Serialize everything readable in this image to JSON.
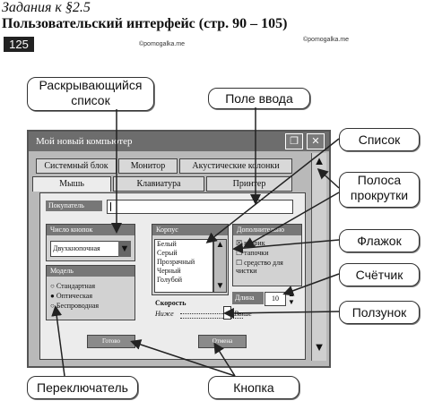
{
  "header": {
    "section": "Задания к §2.5",
    "title": "Пользовательский интерфейс (стр. 90 – 105)",
    "page_number": "125",
    "watermark": "©pomogalka.me"
  },
  "callouts": {
    "dropdown": "Раскрывающийся список",
    "input": "Поле ввода",
    "list": "Список",
    "scrollbars": "Полоса прокрутки",
    "checkbox": "Флажок",
    "counter": "Счётчик",
    "slider": "Ползунок",
    "radio": "Переключатель",
    "button": "Кнопка"
  },
  "window": {
    "title": "Мой новый компьютер",
    "tabs_back": [
      "Системный блок",
      "Монитор",
      "Акустические колонки"
    ],
    "tabs_front": [
      "Мышь",
      "Клавиатура",
      "Принтер"
    ],
    "buyer_label": "Покупатель",
    "buttons_label": "Число кнопок",
    "buttons_value": "Двухкнопочная",
    "body_label": "Корпус",
    "body_items": [
      "Белый",
      "Серый",
      "Прозрачный",
      "Черный",
      "Голубой"
    ],
    "extra_label": "Дополнительно",
    "extra_items": [
      "коврик",
      "тапочки",
      "средство для чистки"
    ],
    "model_label": "Модель",
    "model_items": [
      "Стандартная",
      "Оптическая",
      "Беспроводная"
    ],
    "length_label": "Длина",
    "length_value": "10",
    "speed_label": "Скорость",
    "speed_low": "Ниже",
    "speed_high": "Выше",
    "ok_label": "Готово",
    "cancel_label": "Отмена",
    "close_glyph": "✕",
    "restore_glyph": "❐",
    "arrow_up": "▲",
    "arrow_down": "▼"
  }
}
